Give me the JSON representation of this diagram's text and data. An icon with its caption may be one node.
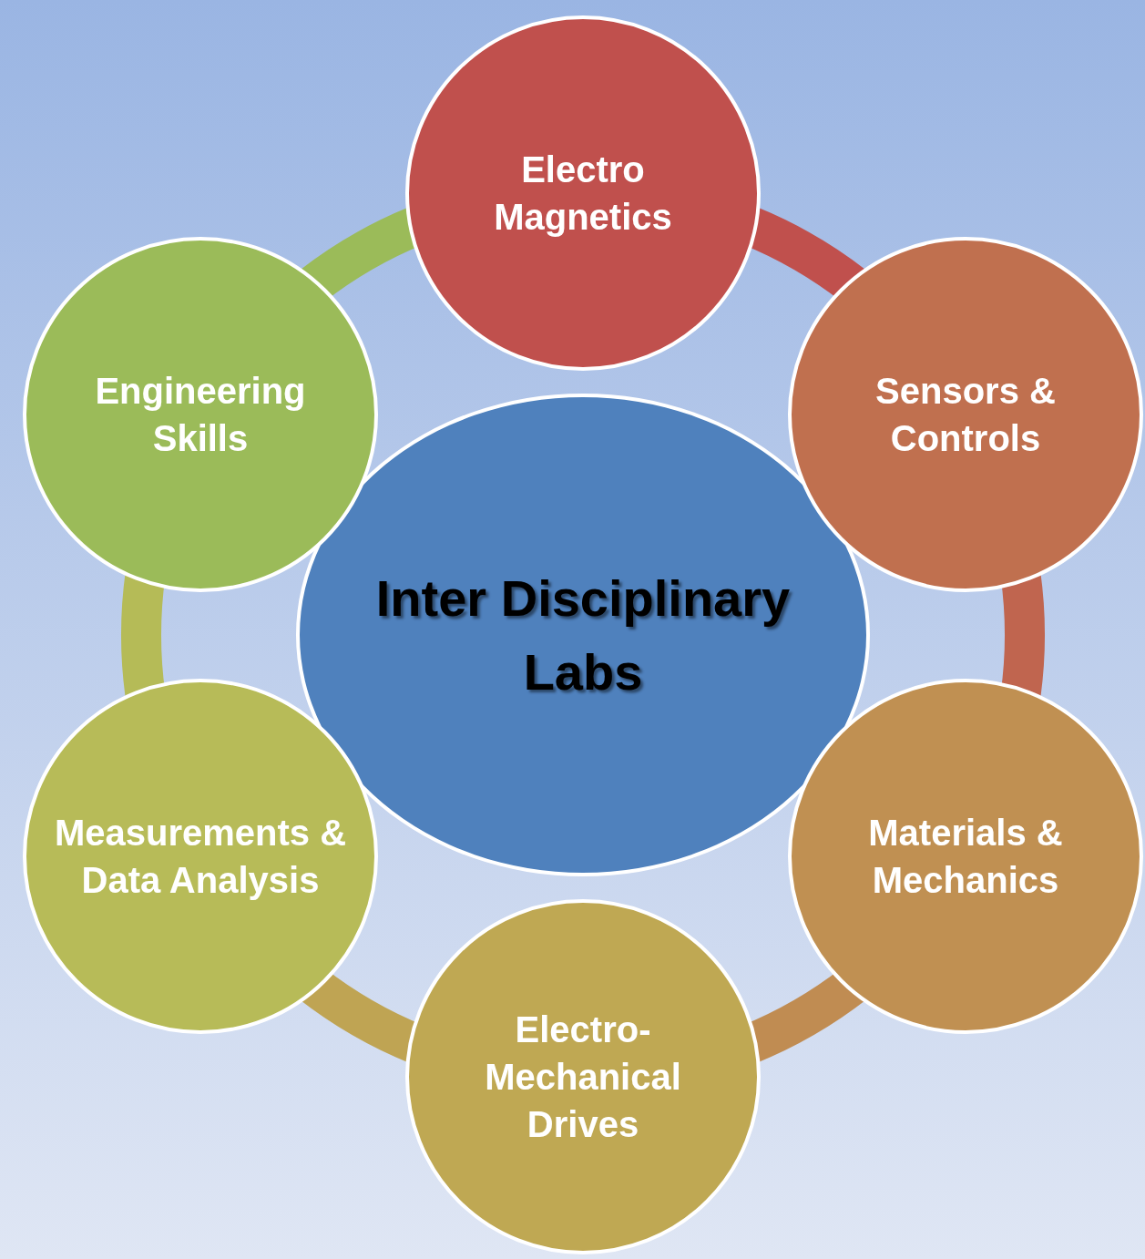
{
  "diagram": {
    "nodes": [
      {
        "text": [
          "Inter Disciplinary Labs"
        ]
      },
      {
        "text": [
          "Electro Magnetics"
        ]
      },
      {
        "text": [
          "Sensors & Controls"
        ]
      },
      {
        "text": [
          "Materials & Mechanics"
        ]
      },
      {
        "text": [
          "Electro-Mechanical Drives"
        ]
      },
      {
        "text": [
          "Measurements & Data Analysis"
        ]
      },
      {
        "text": [
          "Engineering Skills"
        ]
      }
    ],
    "edges": [
      {
        "from": 1,
        "to": 2,
        "arrow": "none",
        "color": "#c0504d"
      },
      {
        "from": 2,
        "to": 3,
        "arrow": "none",
        "color": "#c0654f"
      },
      {
        "from": 3,
        "to": 4,
        "arrow": "none",
        "color": "#c08c52"
      },
      {
        "from": 4,
        "to": 5,
        "arrow": "none",
        "color": "#bfa453"
      },
      {
        "from": 5,
        "to": 6,
        "arrow": "none",
        "color": "#b5bb57"
      },
      {
        "from": 6,
        "to": 1,
        "arrow": "none",
        "color": "#9bbb59"
      }
    ]
  }
}
